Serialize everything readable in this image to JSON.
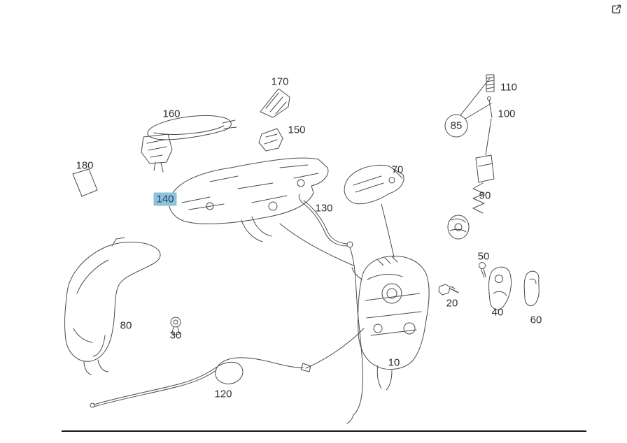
{
  "window": {
    "background_color": "#ffffff"
  },
  "header": {
    "open_in_new_icon": "open-in-new-window"
  },
  "diagram": {
    "line_color": "#4a4a4a",
    "highlight_color": "#8fc2da",
    "highlight_text_color": "#17465f",
    "highlighted_part_label": "140",
    "circled_part_label": "85",
    "parts": [
      {
        "label": "10"
      },
      {
        "label": "20"
      },
      {
        "label": "30"
      },
      {
        "label": "40"
      },
      {
        "label": "50"
      },
      {
        "label": "60"
      },
      {
        "label": "70"
      },
      {
        "label": "80"
      },
      {
        "label": "85"
      },
      {
        "label": "90"
      },
      {
        "label": "100"
      },
      {
        "label": "110"
      },
      {
        "label": "120"
      },
      {
        "label": "130"
      },
      {
        "label": "140"
      },
      {
        "label": "150"
      },
      {
        "label": "160"
      },
      {
        "label": "170"
      },
      {
        "label": "180"
      }
    ]
  }
}
